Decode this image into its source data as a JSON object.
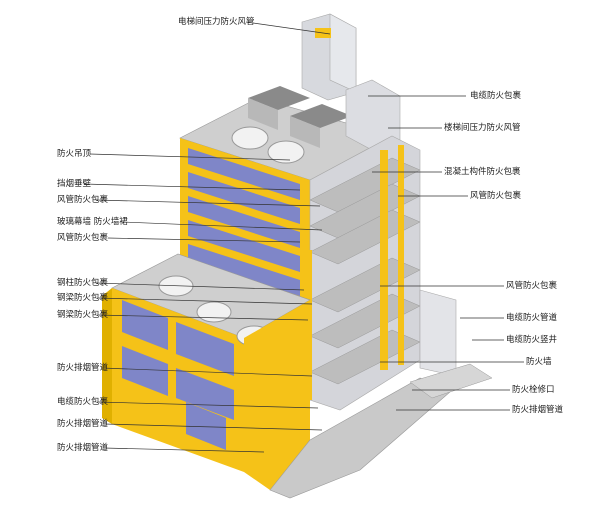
{
  "diagram": {
    "labels": {
      "top_center": "电梯间压力防火风管",
      "right": [
        "电缆防火包裹",
        "楼梯间压力防火风管",
        "混凝土构件防火包裹",
        "风管防火包裹",
        "风管防火包裹",
        "电缆防火管道",
        "电缆防火竖井",
        "防火墙",
        "防火栓修口",
        "防火排烟管道"
      ],
      "left": [
        "防火吊顶",
        "挡烟垂壁",
        "风管防火包裹",
        "玻璃幕墙 防火墙裙",
        "风管防火包裹",
        "钢柱防火包裹",
        "钢梁防火包裹",
        "钢梁防火包裹",
        "防火排烟管道",
        "电缆防火包裹",
        "防火排烟管道",
        "防火排烟管道"
      ]
    },
    "colors": {
      "accent_yellow": "#f5c218",
      "glass_blue": "#7f86c8",
      "slab_gray": "#c9c9c9",
      "wall_gray": "#d9dadf"
    }
  }
}
